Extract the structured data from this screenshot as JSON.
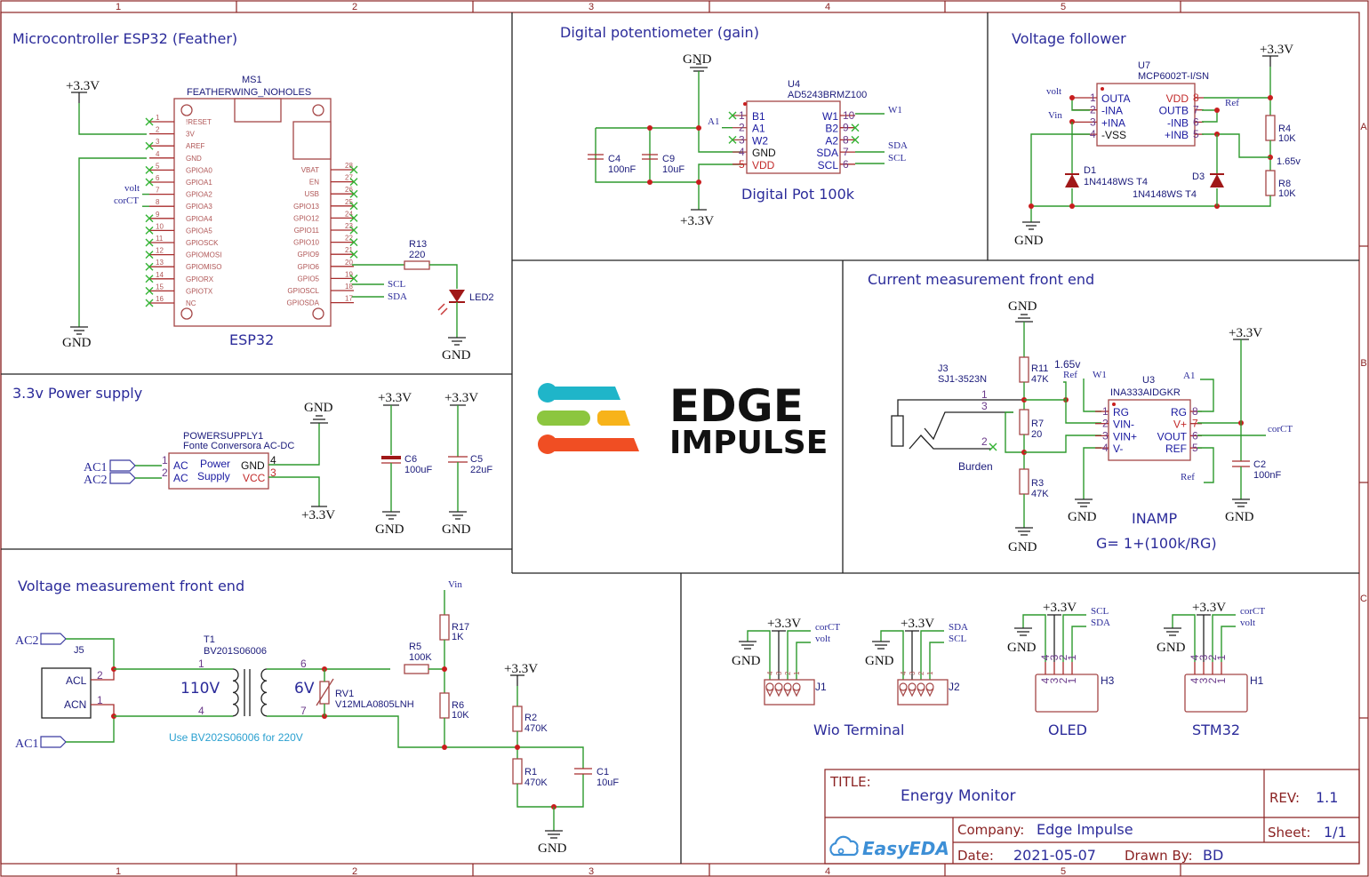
{
  "border": {
    "columns": [
      "1",
      "2",
      "3",
      "4",
      "5"
    ],
    "rows": [
      "A",
      "B",
      "C"
    ]
  },
  "sections": {
    "esp32": {
      "title": "Microcontroller ESP32 (Feather)",
      "ref": "MS1",
      "part": "FEATHERWING_NOHOLES",
      "label": "ESP32",
      "power_top": "+3.3V",
      "power_bottom": "GND",
      "left_pins": [
        {
          "num": "1",
          "name": "!RESET"
        },
        {
          "num": "2",
          "name": "3V"
        },
        {
          "num": "3",
          "name": "AREF"
        },
        {
          "num": "4",
          "name": "GND"
        },
        {
          "num": "5",
          "name": "GPIOA0"
        },
        {
          "num": "6",
          "name": "GPIOA1"
        },
        {
          "num": "7",
          "name": "GPIOA2"
        },
        {
          "num": "8",
          "name": "GPIOA3"
        },
        {
          "num": "9",
          "name": "GPIOA4"
        },
        {
          "num": "10",
          "name": "GPIOA5"
        },
        {
          "num": "11",
          "name": "GPIOSCK"
        },
        {
          "num": "12",
          "name": "GPIOMOSI"
        },
        {
          "num": "13",
          "name": "GPIOMISO"
        },
        {
          "num": "14",
          "name": "GPIORX"
        },
        {
          "num": "15",
          "name": "GPIOTX"
        },
        {
          "num": "16",
          "name": "NC"
        }
      ],
      "right_pins": [
        {
          "num": "28",
          "name": "VBAT"
        },
        {
          "num": "27",
          "name": "EN"
        },
        {
          "num": "26",
          "name": "USB"
        },
        {
          "num": "25",
          "name": "GPIO13"
        },
        {
          "num": "24",
          "name": "GPIO12"
        },
        {
          "num": "23",
          "name": "GPIO11"
        },
        {
          "num": "22",
          "name": "GPIO10"
        },
        {
          "num": "21",
          "name": "GPIO9"
        },
        {
          "num": "20",
          "name": "GPIO6"
        },
        {
          "num": "19",
          "name": "GPIO5"
        },
        {
          "num": "18",
          "name": "GPIOSCL"
        },
        {
          "num": "17",
          "name": "GPIOSDA"
        }
      ],
      "net_volt": "volt",
      "net_corct": "corCT",
      "net_scl": "SCL",
      "net_sda": "SDA",
      "r13_ref": "R13",
      "r13_val": "220",
      "led_ref": "LED2",
      "led_gnd": "GND"
    },
    "digipot": {
      "title": "Digital potentiometer (gain)",
      "ref": "U4",
      "part": "AD5243BRMZ100",
      "label": "Digital Pot 100k",
      "gnd": "GND",
      "vcc": "+3.3V",
      "c4_ref": "C4",
      "c4_val": "100nF",
      "c9_ref": "C9",
      "c9_val": "10uF",
      "left_pins": [
        {
          "num": "1",
          "name": "B1"
        },
        {
          "num": "2",
          "name": "A1"
        },
        {
          "num": "3",
          "name": "W2"
        },
        {
          "num": "4",
          "name": "GND"
        },
        {
          "num": "5",
          "name": "VDD"
        }
      ],
      "right_pins": [
        {
          "num": "10",
          "name": "W1"
        },
        {
          "num": "9",
          "name": "B2"
        },
        {
          "num": "8",
          "name": "A2"
        },
        {
          "num": "7",
          "name": "SDA"
        },
        {
          "num": "6",
          "name": "SCL"
        }
      ],
      "net_a1": "A1",
      "net_w1": "W1",
      "net_sda": "SDA",
      "net_scl": "SCL"
    },
    "follower": {
      "title": "Voltage follower",
      "ref": "U7",
      "part": "MCP6002T-I/SN",
      "vcc": "+3.3V",
      "gnd": "GND",
      "left_pins": [
        {
          "num": "1",
          "name": "OUTA"
        },
        {
          "num": "2",
          "name": "-INA"
        },
        {
          "num": "3",
          "name": "+INA"
        },
        {
          "num": "4",
          "name": "-VSS"
        }
      ],
      "right_pins": [
        {
          "num": "8",
          "name": "VDD"
        },
        {
          "num": "7",
          "name": "OUTB"
        },
        {
          "num": "6",
          "name": "-INB"
        },
        {
          "num": "5",
          "name": "+INB"
        }
      ],
      "net_volt": "volt",
      "net_vin": "Vin",
      "net_ref": "Ref",
      "d1_ref": "D1",
      "d1_val": "1N4148WS T4",
      "d3_ref": "D3",
      "d3_val": "1N4148WS T4",
      "r4_ref": "R4",
      "r4_val": "10K",
      "r8_ref": "R8",
      "r8_val": "10K",
      "mid_label": "1.65v"
    },
    "power": {
      "title": "3.3v Power supply",
      "ref": "POWERSUPPLY1",
      "part": "Fonte Conversora AC-DC",
      "body_text1": "Power",
      "body_text2": "Supply",
      "pins": [
        {
          "num": "1",
          "name": "AC"
        },
        {
          "num": "2",
          "name": "AC"
        },
        {
          "num": "4",
          "name": "GND"
        },
        {
          "num": "3",
          "name": "VCC"
        }
      ],
      "net_ac1": "AC1",
      "net_ac2": "AC2",
      "gnd": "GND",
      "vcc": "+3.3V",
      "c6_ref": "C6",
      "c6_val": "100uF",
      "c5_ref": "C5",
      "c5_val": "22uF"
    },
    "logo": {
      "line1": "EDGE",
      "line2": "IMPULSE",
      "colors": {
        "cyan": "#1fb5c9",
        "green": "#8cc63f",
        "yellow": "#f7b31a",
        "red": "#f04e23"
      }
    },
    "current": {
      "title": "Current measurement front end",
      "jack_ref": "J3",
      "jack_part": "SJ1-3523N",
      "burden": "Burden",
      "r11_ref": "R11",
      "r11_val": "47K",
      "r7_ref": "R7",
      "r7_val": "20",
      "r3_ref": "R3",
      "r3_val": "47K",
      "mid_label": "1.65v",
      "ref": "U3",
      "part": "INA333AIDGKR",
      "label": "INAMP",
      "gain": "G= 1+(100k/RG)",
      "left_pins": [
        {
          "num": "1",
          "name": "RG"
        },
        {
          "num": "2",
          "name": "VIN-"
        },
        {
          "num": "3",
          "name": "VIN+"
        },
        {
          "num": "4",
          "name": "V-"
        }
      ],
      "right_pins": [
        {
          "num": "8",
          "name": "RG"
        },
        {
          "num": "7",
          "name": "V+"
        },
        {
          "num": "6",
          "name": "VOUT"
        },
        {
          "num": "5",
          "name": "REF"
        }
      ],
      "net_ref": "Ref",
      "net_w1": "W1",
      "net_a1": "A1",
      "net_corct": "corCT",
      "c2_ref": "C2",
      "c2_val": "100nF",
      "gnd": "GND",
      "vcc": "+3.3V"
    },
    "voltage": {
      "title": "Voltage measurement front end",
      "net_ac1": "AC1",
      "net_ac2": "AC2",
      "j5_ref": "J5",
      "j5_pins": [
        {
          "num": "2",
          "name": "ACL"
        },
        {
          "num": "1",
          "name": "ACN"
        }
      ],
      "t1_ref": "T1",
      "t1_part": "BV201S06006",
      "primary": "110V",
      "secondary": "6V",
      "t_pins": [
        "1",
        "4",
        "6",
        "7"
      ],
      "note": "Use BV202S06006 for 220V",
      "rv1_ref": "RV1",
      "rv1_part": "V12MLA0805LNH",
      "r5_ref": "R5",
      "r5_val": "100K",
      "r17_ref": "R17",
      "r17_val": "1K",
      "r6_ref": "R6",
      "r6_val": "10K",
      "r2_ref": "R2",
      "r2_val": "470K",
      "r1_ref": "R1",
      "r1_val": "470K",
      "c1_ref": "C1",
      "c1_val": "10uF",
      "net_vin": "Vin",
      "vcc": "+3.3V",
      "gnd": "GND"
    },
    "connectors": {
      "j1": {
        "ref": "J1",
        "vcc": "+3.3V",
        "gnd": "GND",
        "net_a": "corCT",
        "net_b": "volt",
        "pins": [
          "4",
          "3",
          "2",
          "1"
        ]
      },
      "j2": {
        "ref": "J2",
        "vcc": "+3.3V",
        "gnd": "GND",
        "net_a": "SDA",
        "net_b": "SCL",
        "pins": [
          "4",
          "3",
          "2",
          "1"
        ]
      },
      "h3": {
        "ref": "H3",
        "vcc": "+3.3V",
        "gnd": "GND",
        "net_a": "SCL",
        "net_b": "SDA",
        "pins": [
          "4",
          "3",
          "2",
          "1"
        ]
      },
      "h1": {
        "ref": "H1",
        "vcc": "+3.3V",
        "gnd": "GND",
        "net_a": "corCT",
        "net_b": "volt",
        "pins": [
          "4",
          "3",
          "2",
          "1"
        ]
      },
      "label_wio": "Wio Terminal",
      "label_oled": "OLED",
      "label_stm32": "STM32"
    }
  },
  "title_block": {
    "title_label": "TITLE:",
    "title": "Energy Monitor",
    "rev_label": "REV:",
    "rev": "1.1",
    "company_label": "Company:",
    "company": "Edge Impulse",
    "sheet_label": "Sheet:",
    "sheet": "1/1",
    "date_label": "Date:",
    "date": "2021-05-07",
    "drawn_label": "Drawn By:",
    "drawn_by": "BD",
    "brand": "EasyEDA"
  }
}
